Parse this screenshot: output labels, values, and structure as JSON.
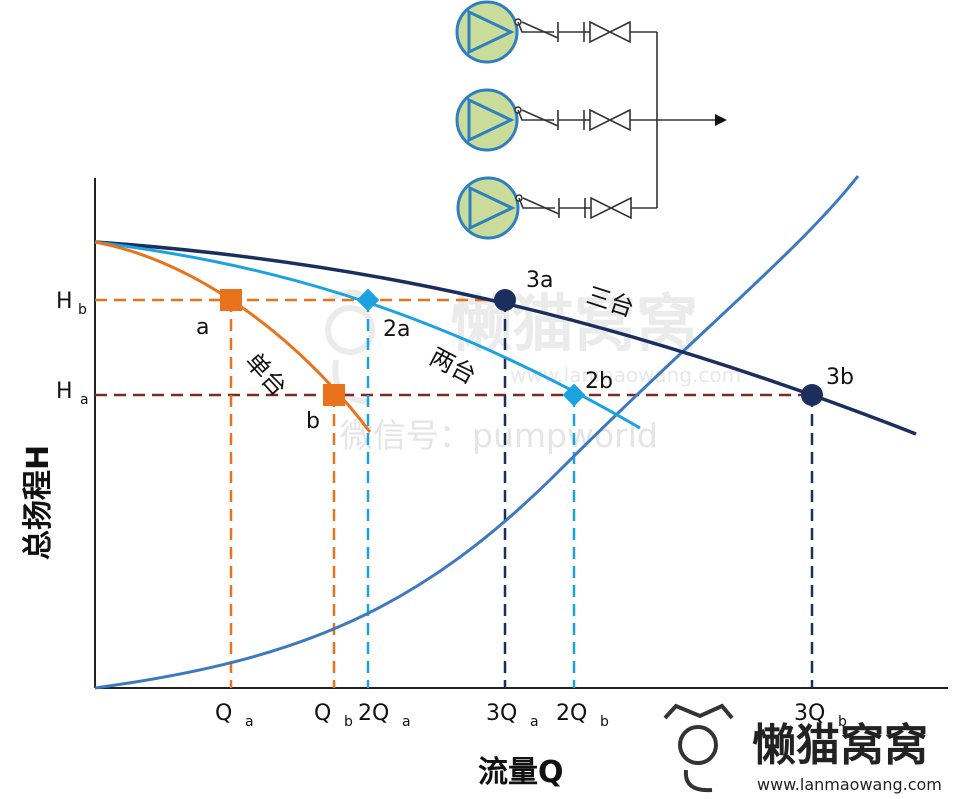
{
  "labels": {
    "y_axis_title": "总扬程H",
    "x_axis_title": "流量Q",
    "hb": "H",
    "hb_sub": "b",
    "ha": "H",
    "ha_sub": "a",
    "qa": "Q",
    "qa_sub": "a",
    "qb": "Q",
    "qb_sub": "b",
    "q2a": "2Q",
    "q2a_sub": "a",
    "q3a": "3Q",
    "q3a_sub": "a",
    "q2b": "2Q",
    "q2b_sub": "b",
    "q3b": "3Q",
    "q3b_sub": "b",
    "pt_a": "a",
    "pt_b": "b",
    "pt_2a": "2a",
    "pt_2b": "2b",
    "pt_3a": "3a",
    "pt_3b": "3b",
    "curve_single": "单台",
    "curve_two": "两台",
    "curve_three": "三台"
  },
  "watermark": {
    "center_brand": "懒猫窝窝",
    "center_url": "www.lanmaowang.com",
    "wechat": "微信号：pumpworld",
    "corner_brand": "懒猫窝窝",
    "corner_url": "www.lanmaowang.com"
  },
  "colors": {
    "single": "#e8731c",
    "two": "#1aa3e0",
    "three": "#1b2f5e",
    "system": "#3d79c0",
    "axis_title": "#1a6fc2",
    "pump_fill": "#c9dc9a",
    "pump_stroke": "#2f7fc0",
    "ha_line": "#7a2b22",
    "hb_line": "#e8731c"
  },
  "icons": {
    "pump": "centrifugal-pump-icon",
    "check_valve": "check-valve-icon",
    "gate_valve": "gate-valve-icon",
    "flow_arrow": "flow-arrow-icon",
    "cat_logo": "cat-logo-icon"
  }
}
